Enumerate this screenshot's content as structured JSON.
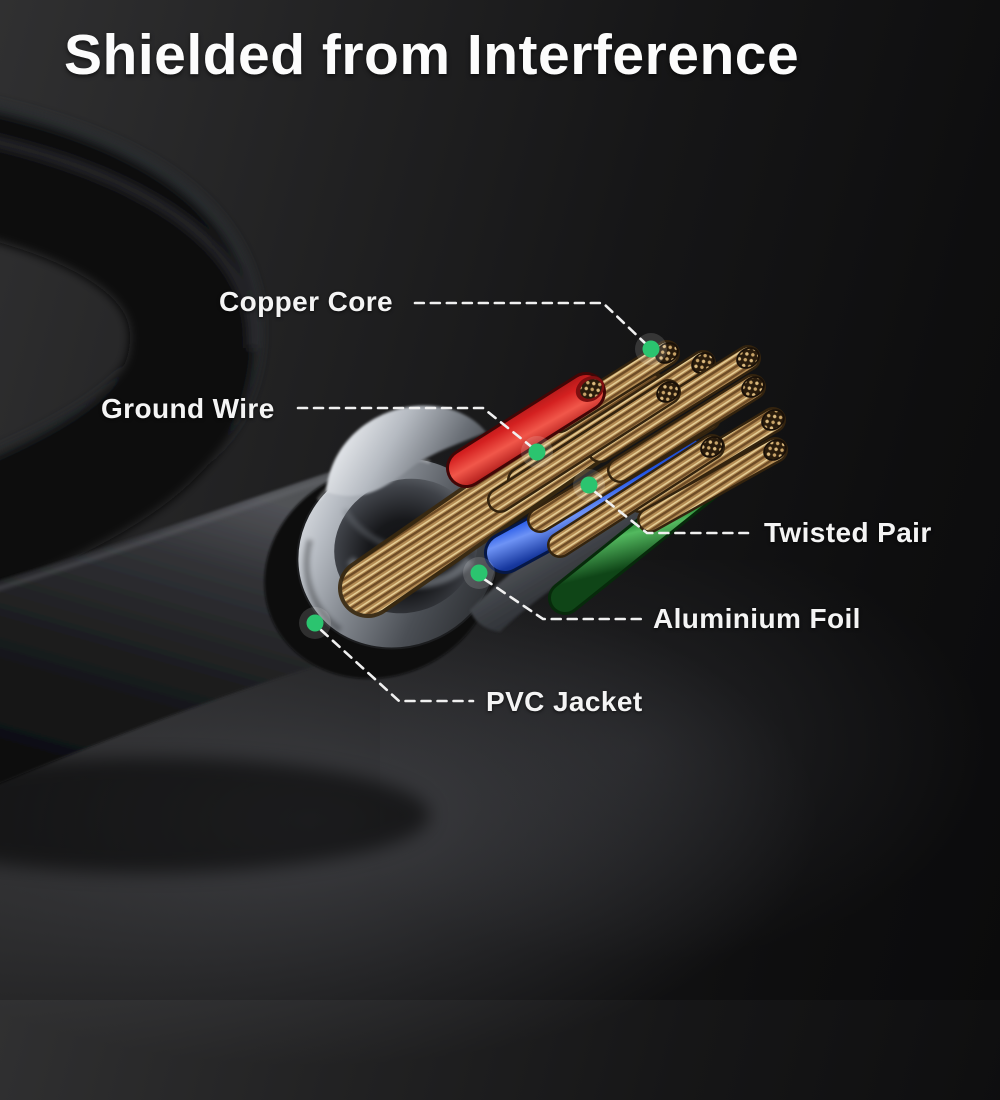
{
  "title": "Shielded from Interference",
  "labels": {
    "copper_core": "Copper Core",
    "ground_wire": "Ground Wire",
    "twisted_pair": "Twisted Pair",
    "aluminium_foil": "Aluminium Foil",
    "pvc_jacket": "PVC Jacket"
  },
  "colors": {
    "accent_marker_green": "#2bc46f",
    "leader_line": "#f0f0f0",
    "title_text": "#fcfcfc",
    "copper": "#b48c54",
    "wire_red": "#d42020",
    "wire_blue": "#2458e8",
    "wire_green": "#1e7c2c",
    "shield_silver": "#b9bec5",
    "jacket_black": "#0b0c0d"
  }
}
